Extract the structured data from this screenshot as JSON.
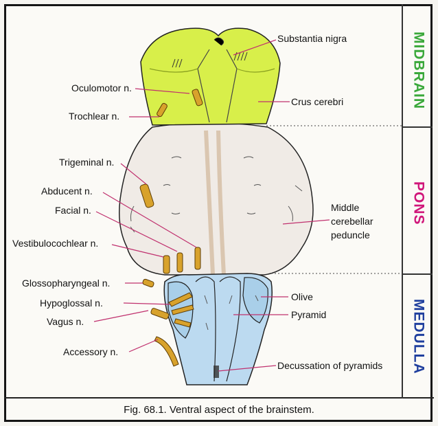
{
  "left_labels": [
    {
      "id": "oculomotor",
      "text": "Oculomotor n."
    },
    {
      "id": "trochlear",
      "text": "Trochlear n."
    },
    {
      "id": "trigeminal",
      "text": "Trigeminal n."
    },
    {
      "id": "abducent",
      "text": "Abducent n."
    },
    {
      "id": "facial",
      "text": "Facial n."
    },
    {
      "id": "vestibulocochlear",
      "text": "Vestibulocochlear n."
    },
    {
      "id": "glossopharyngeal",
      "text": "Glossopharyngeal n."
    },
    {
      "id": "hypoglossal",
      "text": "Hypoglossal n."
    },
    {
      "id": "vagus",
      "text": "Vagus n."
    },
    {
      "id": "accessory",
      "text": "Accessory n."
    }
  ],
  "right_labels": [
    {
      "id": "substantia_nigra",
      "text": "Substantia nigra"
    },
    {
      "id": "crus_cerebri",
      "text": "Crus cerebri"
    },
    {
      "id": "middle_cerebellar_peduncle",
      "text": "Middle\ncerebellar\npeduncle"
    },
    {
      "id": "olive",
      "text": "Olive"
    },
    {
      "id": "pyramid",
      "text": "Pyramid"
    },
    {
      "id": "decussation",
      "text": "Decussation of pyramids"
    }
  ],
  "regions": [
    {
      "id": "midbrain",
      "text": "MIDBRAIN",
      "color": "#3aa83a"
    },
    {
      "id": "pons",
      "text": "PONS",
      "color": "#d0167a"
    },
    {
      "id": "medulla",
      "text": "MEDULLA",
      "color": "#1f3f9e"
    }
  ],
  "caption": "Fig. 68.1. Ventral aspect of the brainstem.",
  "colors": {
    "midbrain_fill": "#d8ef4a",
    "pons_fill": "#f0ebe6",
    "medulla_fill": "#bcdaf0",
    "nerve_fill": "#d8a22c",
    "leader_line": "#c0306e"
  }
}
